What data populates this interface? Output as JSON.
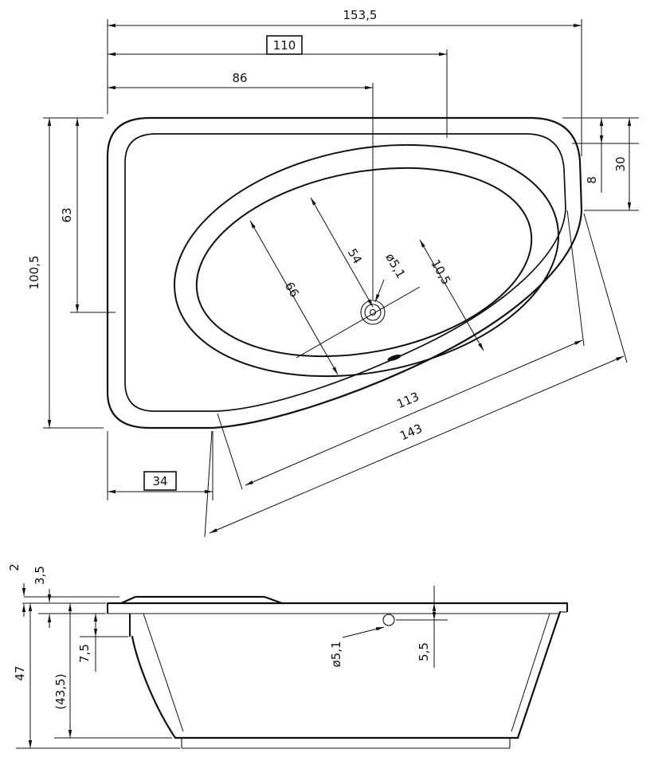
{
  "top": {
    "w_total": "153,5",
    "w_110": "110",
    "w_86": "86",
    "h_total": "100,5",
    "h_63": "63",
    "r_8": "8",
    "r_30": "30",
    "corner_34": "34",
    "diag_113": "113",
    "diag_143": "143",
    "b_66": "66",
    "b_54": "54",
    "b_10_5": "10,5",
    "drain": "ø5,1"
  },
  "side": {
    "t_2": "2",
    "t_3_5": "3,5",
    "t_7_5": "7,5",
    "h_47": "47",
    "h_43_5": "(43,5)",
    "d_5_5": "5,5",
    "drain": "ø5,1"
  },
  "colors": {
    "line": "#111111",
    "background": "#ffffff"
  }
}
